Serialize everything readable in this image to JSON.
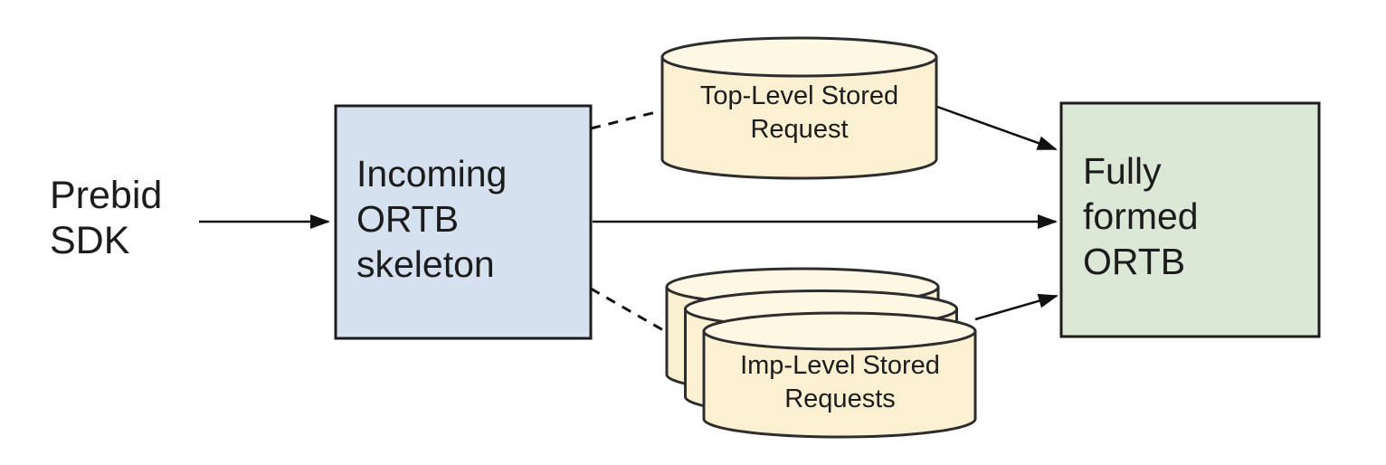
{
  "style": {
    "background": "#ffffff",
    "edge_color": "#111111",
    "text_color": "#1c1c1c"
  },
  "nodes": {
    "prebid_sdk": {
      "label": "Prebid SDK"
    },
    "incoming_ortb": {
      "label": "Incoming ORTB skeleton",
      "fill": "#d6e1f0",
      "stroke": "#1c1c1c"
    },
    "top_stored_request": {
      "label": "Top-Level Stored Request",
      "fill": "#fbf1d2",
      "lid_fill": "#fdf7e3",
      "stroke": "#2d2d2d"
    },
    "imp_stored_requests": {
      "label": "Imp-Level Stored Requests",
      "fill": "#fbf1d2",
      "lid_fill": "#fdf7e3",
      "stroke": "#2d2d2d",
      "copies": 3
    },
    "fully_formed_ortb": {
      "label": "Fully formed ORTB",
      "fill": "#dce8d6",
      "stroke": "#1c1c1c"
    }
  },
  "edges": [
    {
      "from": "prebid_sdk",
      "to": "incoming_ortb",
      "style": "solid",
      "arrow": true
    },
    {
      "from": "incoming_ortb",
      "to": "top_stored_request",
      "style": "dashed",
      "arrow": false
    },
    {
      "from": "incoming_ortb",
      "to": "fully_formed_ortb",
      "style": "solid",
      "arrow": true
    },
    {
      "from": "incoming_ortb",
      "to": "imp_stored_requests",
      "style": "dashed",
      "arrow": false
    },
    {
      "from": "top_stored_request",
      "to": "fully_formed_ortb",
      "style": "solid",
      "arrow": true
    },
    {
      "from": "imp_stored_requests",
      "to": "fully_formed_ortb",
      "style": "solid",
      "arrow": true
    }
  ]
}
